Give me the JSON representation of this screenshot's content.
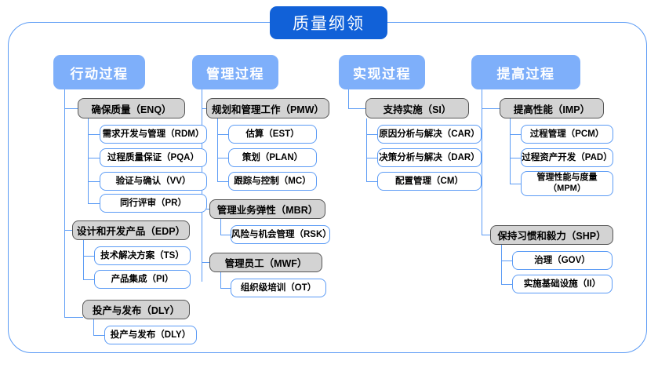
{
  "diagram": {
    "type": "tree",
    "root": {
      "label": "质量纲领"
    },
    "colors": {
      "root_fill": "#1161d8",
      "column_header_fill": "#7eaffa",
      "group_fill": "#d3d3d3",
      "group_border": "#555555",
      "leaf_border": "#5b9bf5",
      "frame_border": "#5b9bf5",
      "connector": "#5b9bf5"
    },
    "columns": [
      {
        "header": "行动过程",
        "groups": [
          {
            "label": "确保质量（ENQ）",
            "children": [
              "需求开发与管理（RDM）",
              "过程质量保证（PQA）",
              "验证与确认（VV）",
              "同行评审（PR）"
            ]
          },
          {
            "label": "设计和开发产品（EDP）",
            "children": [
              "技术解决方案（TS）",
              "产品集成（PI）"
            ]
          },
          {
            "label": "投产与发布（DLY）",
            "children": [
              "投产与发布（DLY）"
            ]
          }
        ]
      },
      {
        "header": "管理过程",
        "groups": [
          {
            "label": "规划和管理工作（PMW）",
            "children": [
              "估算（EST）",
              "策划（PLAN）",
              "跟踪与控制（MC）"
            ]
          },
          {
            "label": "管理业务弹性（MBR）",
            "children": [
              "风险与机会管理（RSK）"
            ]
          },
          {
            "label": "管理员工（MWF）",
            "children": [
              "组织级培训（OT）"
            ]
          }
        ]
      },
      {
        "header": "实现过程",
        "groups": [
          {
            "label": "支持实施（SI）",
            "children": [
              "原因分析与解决（CAR）",
              "决策分析与解决（DAR）",
              "配置管理（CM）"
            ]
          }
        ]
      },
      {
        "header": "提高过程",
        "groups": [
          {
            "label": "提高性能（IMP）",
            "children": [
              "过程管理（PCM）",
              "过程资产开发（PAD）",
              "管理性能与度量\n（MPM）"
            ]
          },
          {
            "label": "保持习惯和毅力（SHP）",
            "children": [
              "治理（GOV）",
              "实施基础设施（II）"
            ]
          }
        ]
      }
    ]
  }
}
